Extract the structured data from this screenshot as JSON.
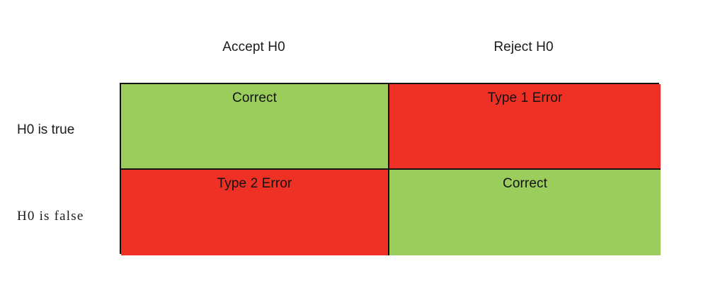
{
  "figure": {
    "kind": "confusion-matrix",
    "background_color": "#ffffff",
    "border_color": "#131313"
  },
  "colors": {
    "correct": "#9ACD5C",
    "error": "#EE3124",
    "text": "#1b1b1b"
  },
  "columns": [
    {
      "id": "accept",
      "label": "Accept H0"
    },
    {
      "id": "reject",
      "label": "Reject H0"
    }
  ],
  "rows": [
    {
      "id": "true",
      "label": "H0 is true"
    },
    {
      "id": "false",
      "label": "H0 is false"
    }
  ],
  "cells": [
    {
      "row": "true",
      "column": "accept",
      "label": "Correct",
      "outcome": "correct",
      "fill": "#9ACD5C"
    },
    {
      "row": "true",
      "column": "reject",
      "label": "Type 1 Error",
      "outcome": "error",
      "fill": "#EE3124"
    },
    {
      "row": "false",
      "column": "accept",
      "label": "Type 2 Error",
      "outcome": "error",
      "fill": "#EE3124"
    },
    {
      "row": "false",
      "column": "reject",
      "label": "Correct",
      "outcome": "correct",
      "fill": "#9ACD5C"
    }
  ]
}
